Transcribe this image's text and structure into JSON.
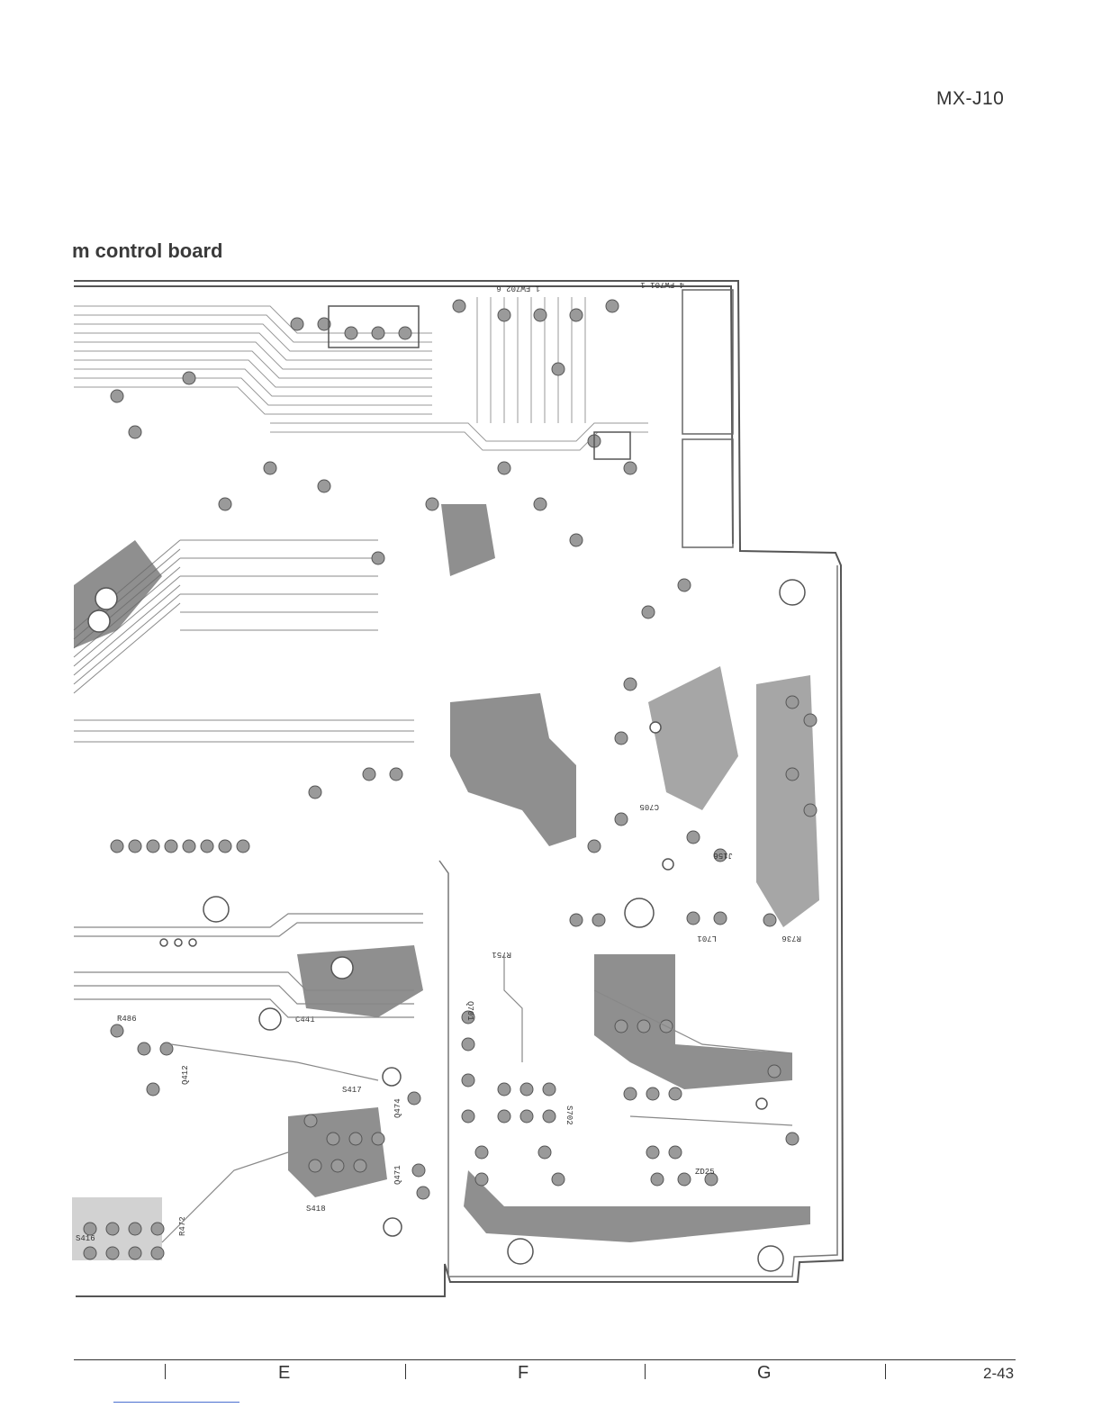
{
  "header": {
    "model": "MX-J10"
  },
  "section": {
    "title": "m control board"
  },
  "board_labels": {
    "q701": "Q701",
    "r751": "R751",
    "s702": "S702",
    "s418": "S418",
    "s416": "S416",
    "s417": "S417",
    "r472": "R472",
    "r486": "R486",
    "c441": "C441",
    "q412": "Q412",
    "q474": "Q474",
    "q471": "Q471",
    "z025": "ZD25",
    "l701": "L701",
    "j156": "J156",
    "r736": "R736",
    "c705": "C705",
    "fw701": "4  FW701  1",
    "fw702": "1    FW702    6"
  },
  "footer": {
    "grid_labels": [
      "E",
      "F",
      "G"
    ],
    "page_number": "2-43"
  }
}
